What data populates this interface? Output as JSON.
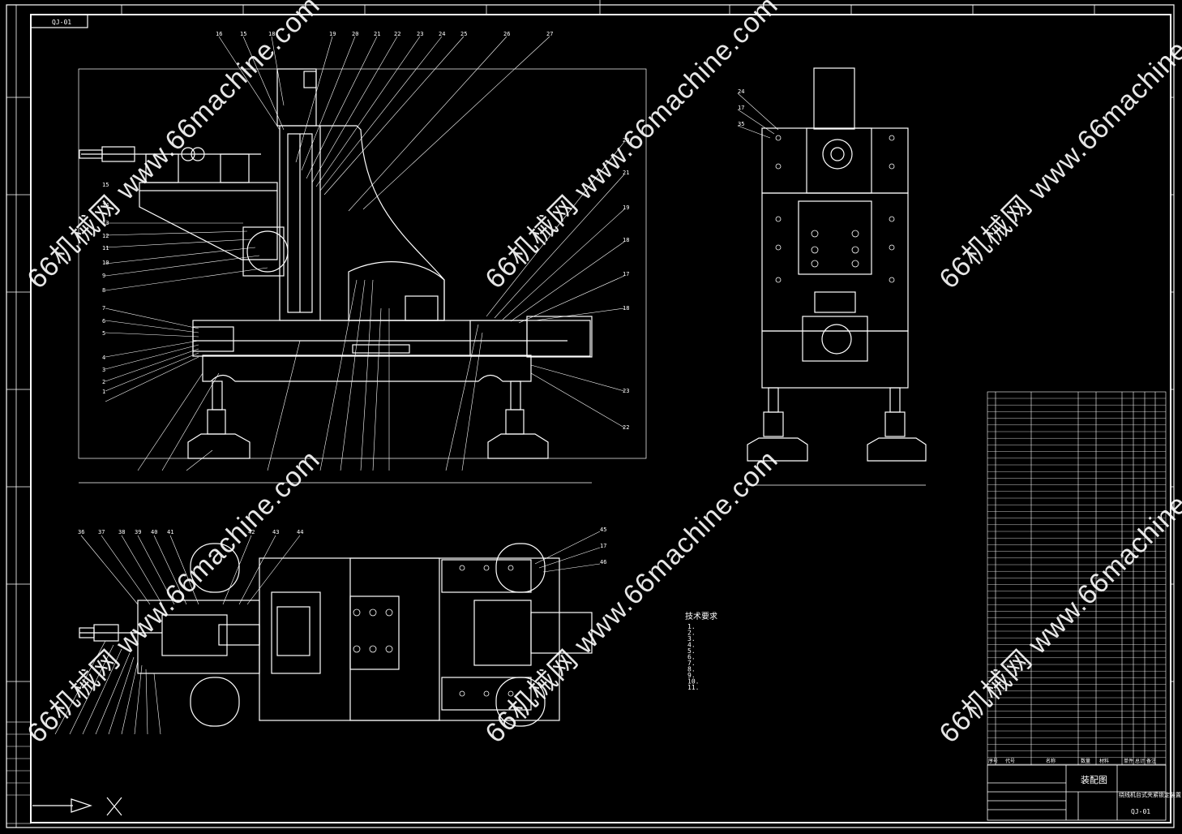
{
  "watermark": "66机械网 www.66machine.com",
  "sheet_code_top": "QJ-01",
  "title_block": {
    "title": "装配图",
    "drawing_no": "QJ-01",
    "product_name": "绕线机台式夹紧锁定装置"
  },
  "tech_notes_heading": "技术要求",
  "tech_notes": [
    "1.",
    "2.",
    "3.",
    "4.",
    "5.",
    "6.",
    "7.",
    "8.",
    "9.",
    "10.",
    "11."
  ],
  "callouts_front_top": [
    "16",
    "15",
    "18",
    "19",
    "20",
    "21",
    "22",
    "23",
    "24",
    "25",
    "26",
    "27"
  ],
  "callouts_front_left": [
    "15",
    "14",
    "13",
    "12",
    "11",
    "10",
    "9",
    "8",
    "7",
    "6",
    "5",
    "4",
    "3",
    "2",
    "1"
  ],
  "callouts_front_right": [
    "20",
    "21",
    "19",
    "18",
    "17",
    "18",
    "23",
    "22"
  ],
  "callouts_plan_top": [
    "36",
    "37",
    "38",
    "39",
    "40",
    "41",
    "42",
    "43",
    "44"
  ],
  "callouts_plan_right": [
    "45",
    "17",
    "46"
  ],
  "side_callouts": [
    "24",
    "17",
    "35"
  ],
  "bom_header": [
    "序号",
    "代号",
    "名称",
    "数量",
    "材料",
    "单件",
    "总计",
    "备注"
  ],
  "colors": {
    "line": "#ffffff",
    "background": "#000000"
  }
}
